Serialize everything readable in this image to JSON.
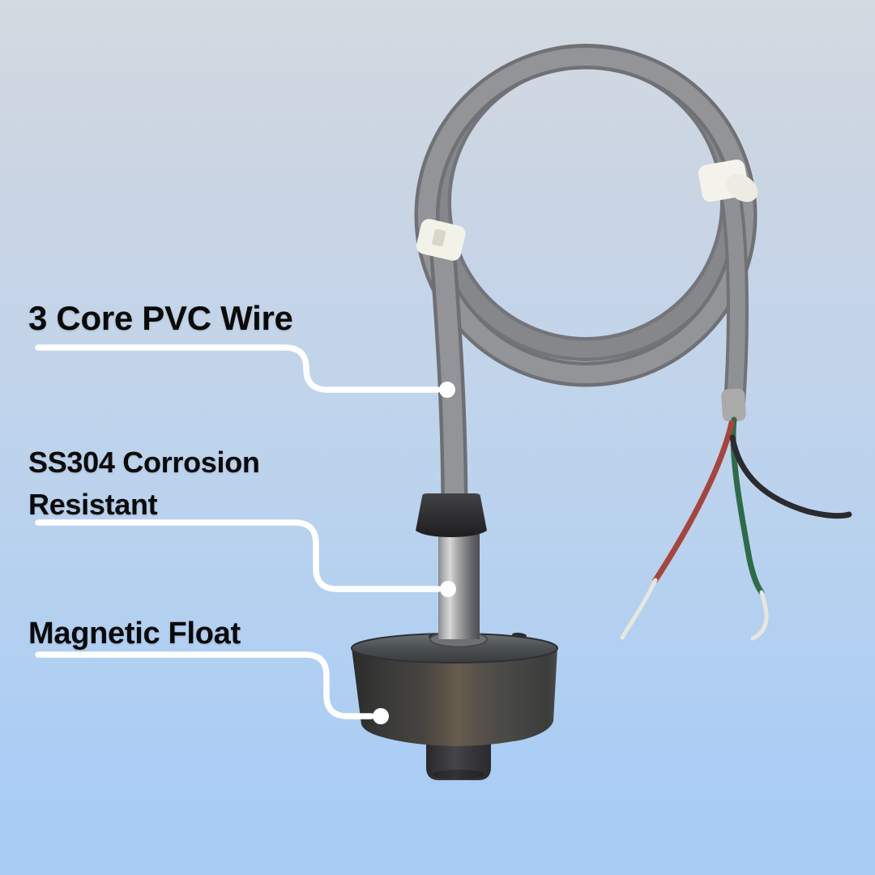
{
  "infographic": {
    "subject": "magnetic-float-level-sensor",
    "labels": {
      "pvc_wire": "3 Core PVC Wire",
      "corrosion_line1": "SS304 Corrosion",
      "corrosion_line2": "Resistant",
      "magnetic_float": "Magnetic Float"
    }
  },
  "colors": {
    "background_top": "#d3dae1",
    "background_bottom": "#a8ccf4",
    "label_text": "#0a0a0a",
    "callout_line": "#ffffff",
    "cable_gray": "#8f9194",
    "cable_shadow": "#6f7174",
    "cable_tie_white": "#f2f2e9",
    "wire_red": "#a6453c",
    "wire_green": "#2e6b46",
    "wire_black": "#2b2b2f",
    "wire_tinned_tip": "#e9e7dd",
    "steel_stem": "#b2b3b3",
    "rubber_grommet": "#2a2a2c",
    "float_body": "#3f3f3d"
  }
}
